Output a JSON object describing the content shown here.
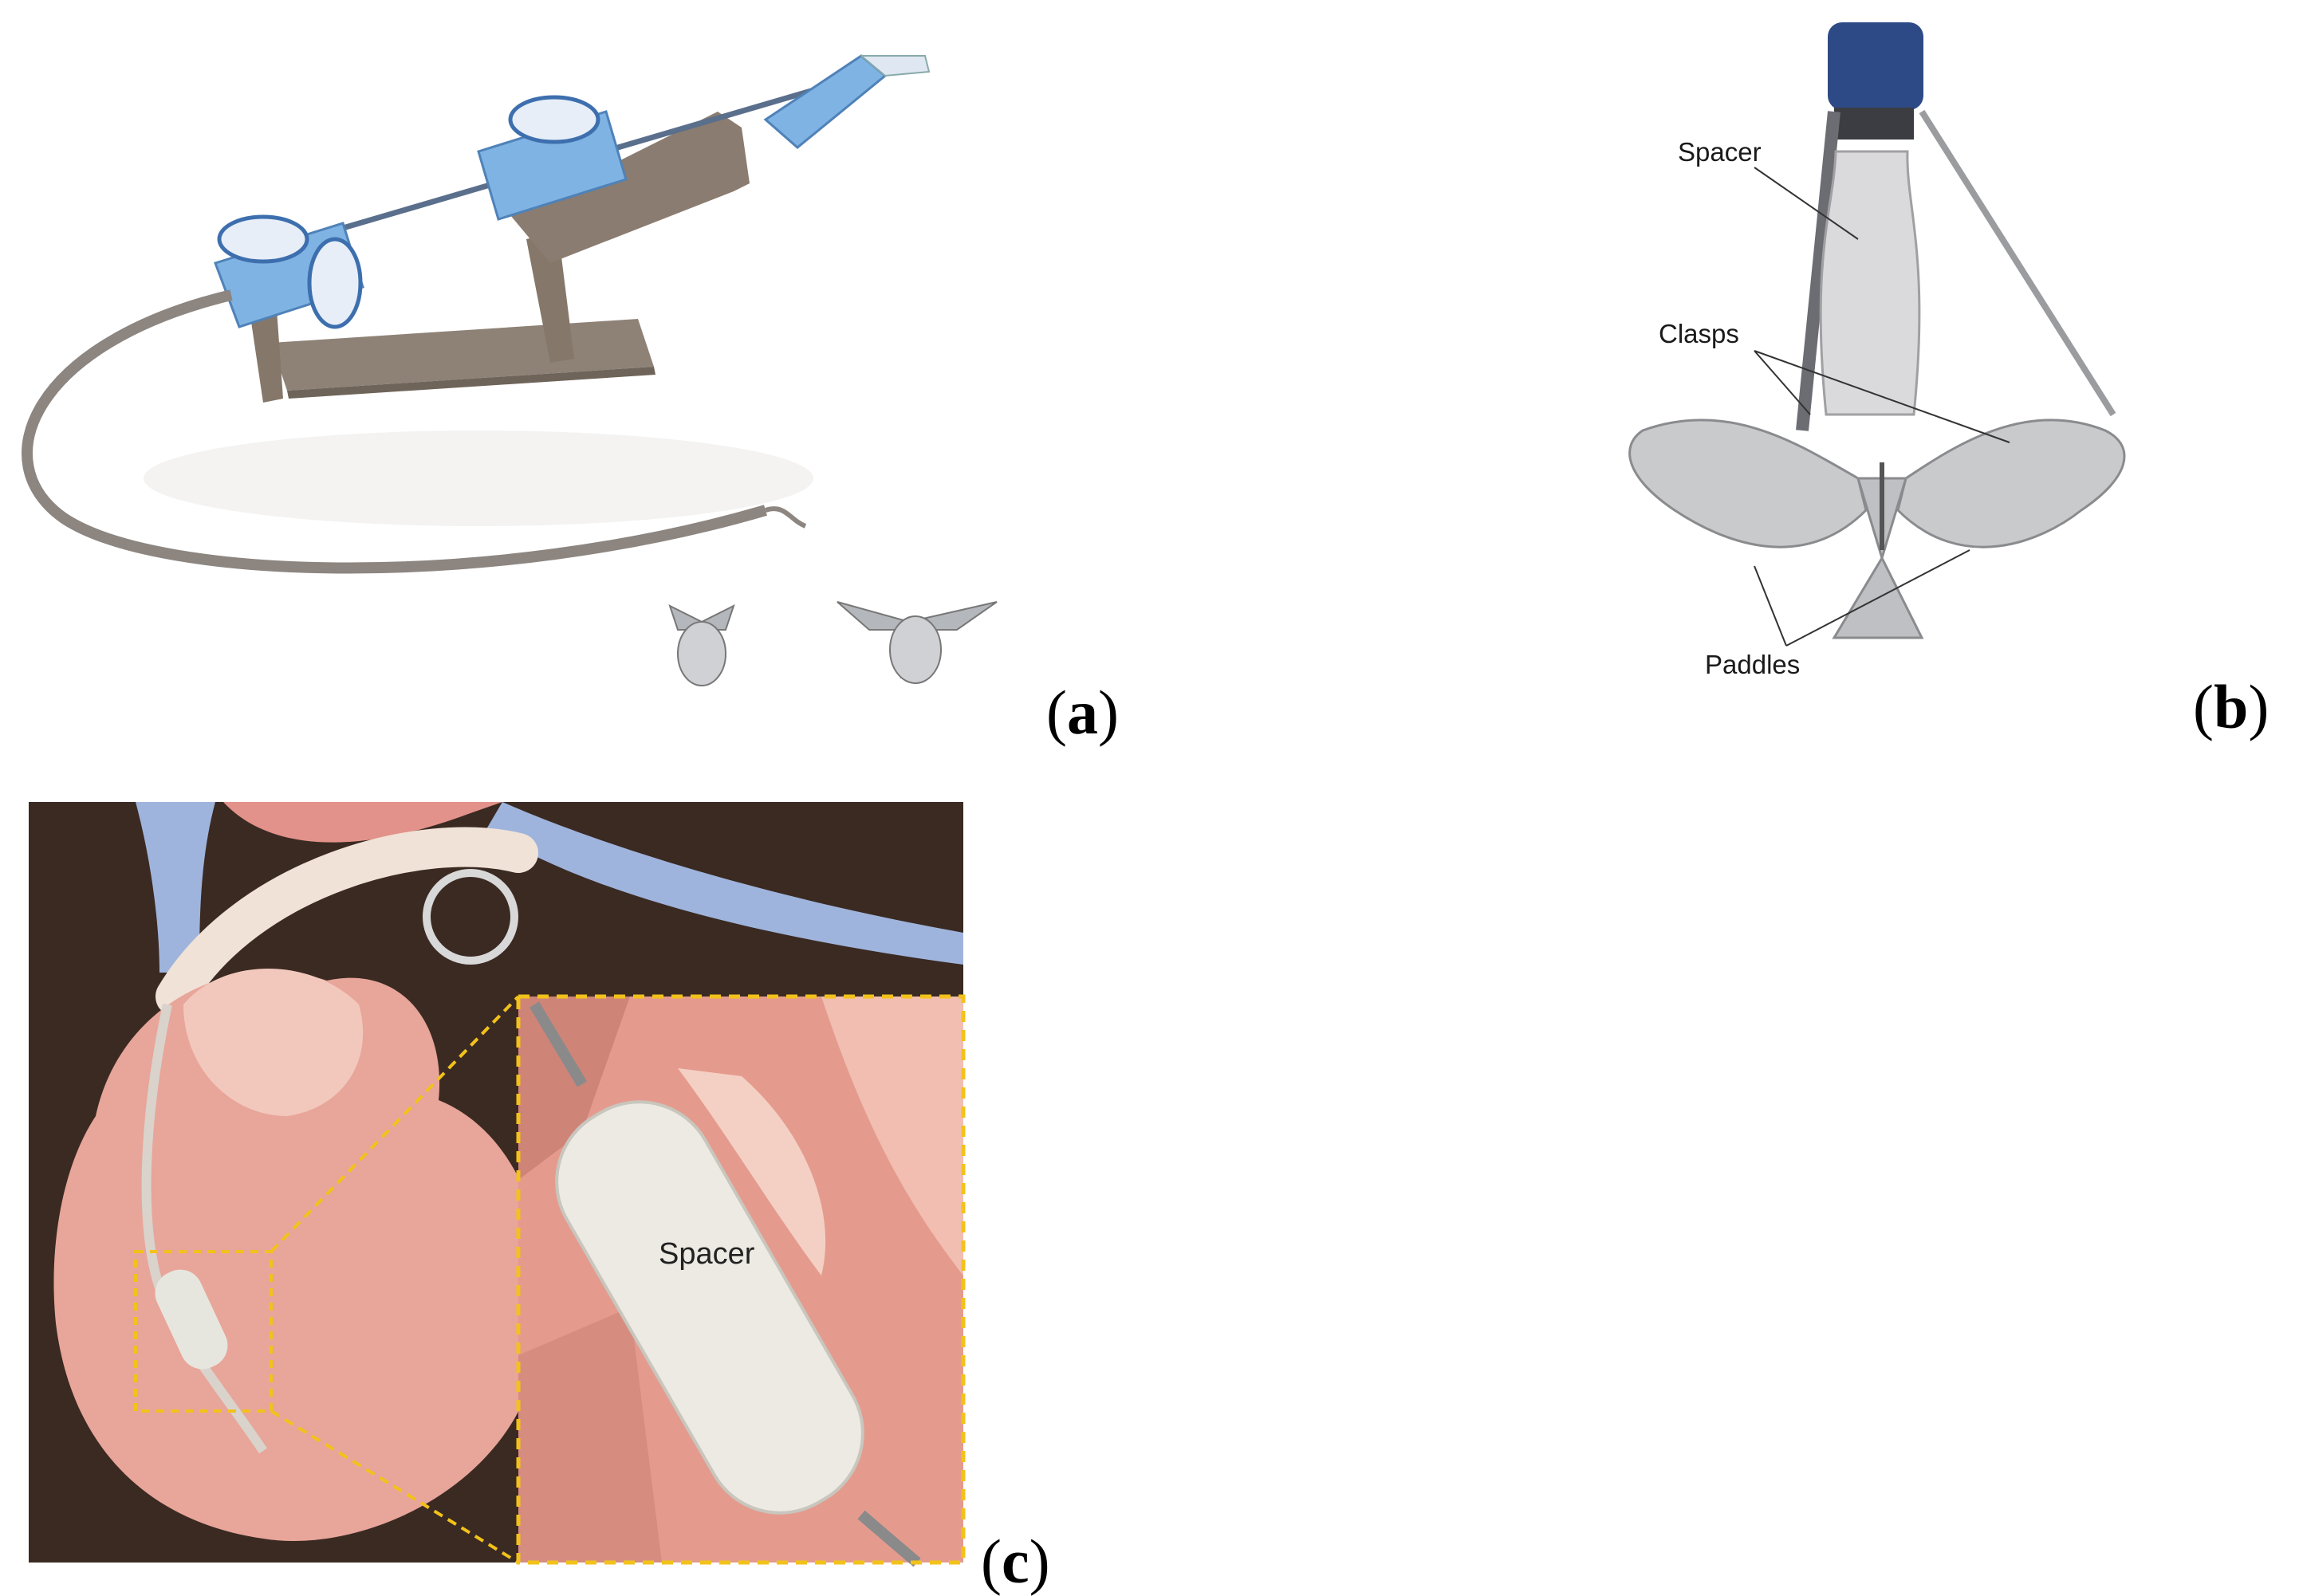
{
  "figure": {
    "panels": [
      {
        "id": "a",
        "label": "a"
      },
      {
        "id": "b",
        "label": "b"
      },
      {
        "id": "c",
        "label": "c"
      }
    ],
    "callouts_b": {
      "spacer": "Spacer",
      "clasps": "Clasps",
      "paddles": "Paddles"
    },
    "callouts_c": {
      "spacer": "Spacer"
    }
  },
  "colors": {
    "device_blue": "#7fb3e3",
    "device_stand": "#8a7a6d",
    "shaft_navy": "#2e4a86",
    "mesh_gray": "#c9cacc",
    "heart_pink": "#e8a59a",
    "background_brown": "#3a2a22",
    "vessel_blue": "#9fb4dc",
    "highlight_yellow": "#f2c21b"
  }
}
